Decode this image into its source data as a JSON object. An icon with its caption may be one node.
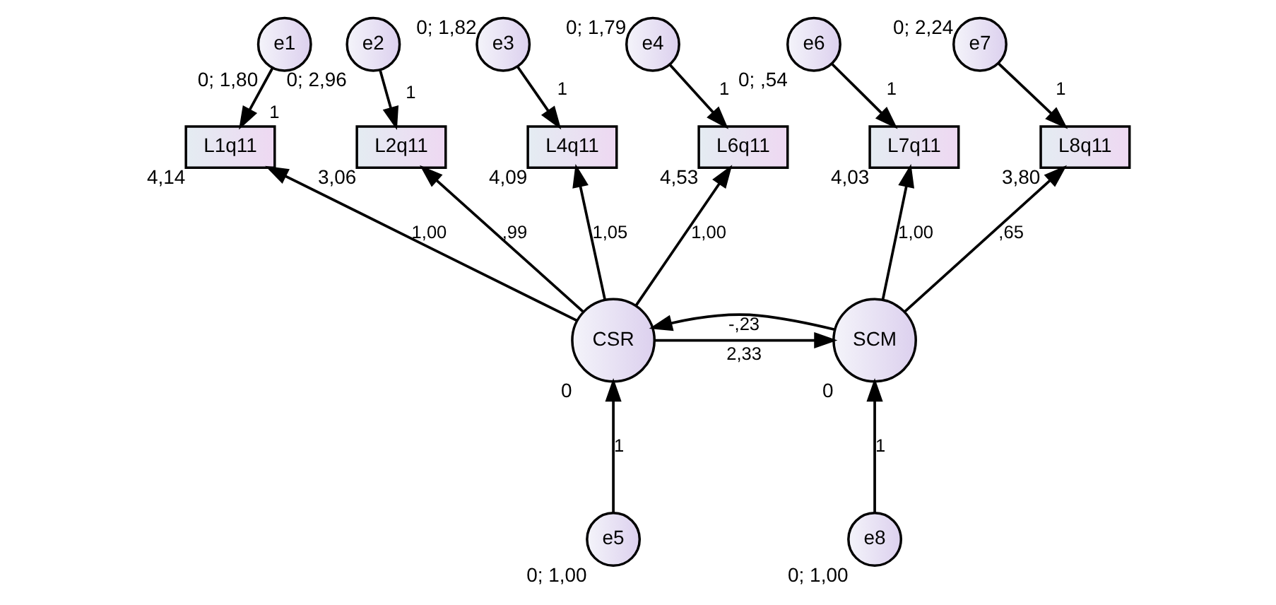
{
  "diagram": {
    "nodes": [
      {
        "text": [
          "e1"
        ],
        "beside": [
          "0; 1,80"
        ]
      },
      {
        "text": [
          "e2"
        ],
        "beside": [
          "0; 2,96"
        ]
      },
      {
        "text": [
          "e3"
        ],
        "beside": [
          "0; 1,82"
        ]
      },
      {
        "text": [
          "e4"
        ],
        "beside": [
          "0; 1,79"
        ]
      },
      {
        "text": [
          "e6"
        ],
        "beside": [
          "0; ,54"
        ]
      },
      {
        "text": [
          "e7"
        ],
        "beside": [
          "0; 2,24"
        ]
      },
      {
        "text": [
          "L1q11"
        ],
        "beside": [
          "4,14"
        ]
      },
      {
        "text": [
          "L2q11"
        ],
        "beside": [
          "3,06"
        ]
      },
      {
        "text": [
          "L4q11"
        ],
        "beside": [
          "4,09"
        ]
      },
      {
        "text": [
          "L6q11"
        ],
        "beside": [
          "4,53"
        ]
      },
      {
        "text": [
          "L7q11"
        ],
        "beside": [
          "4,03"
        ]
      },
      {
        "text": [
          "L8q11"
        ],
        "beside": [
          "3,80"
        ]
      },
      {
        "text": [
          "CSR"
        ],
        "beside": [
          "0"
        ]
      },
      {
        "text": [
          "SCM"
        ],
        "beside": [
          "0"
        ]
      },
      {
        "text": [
          "e5"
        ],
        "beside": [
          "0; 1,00"
        ]
      },
      {
        "text": [
          "e8"
        ],
        "beside": [
          "0; 1,00"
        ]
      }
    ],
    "edges": [
      {
        "from": 0,
        "to": 6,
        "arrow": "to",
        "label": "1"
      },
      {
        "from": 1,
        "to": 7,
        "arrow": "to",
        "label": "1"
      },
      {
        "from": 2,
        "to": 8,
        "arrow": "to",
        "label": "1"
      },
      {
        "from": 3,
        "to": 9,
        "arrow": "to",
        "label": "1"
      },
      {
        "from": 4,
        "to": 10,
        "arrow": "to",
        "label": "1"
      },
      {
        "from": 5,
        "to": 11,
        "arrow": "to",
        "label": "1"
      },
      {
        "from": 12,
        "to": 6,
        "arrow": "to",
        "label": "1,00"
      },
      {
        "from": 12,
        "to": 7,
        "arrow": "to",
        "label": ",99"
      },
      {
        "from": 12,
        "to": 8,
        "arrow": "to",
        "label": "1,05"
      },
      {
        "from": 12,
        "to": 9,
        "arrow": "to",
        "label": "1,00"
      },
      {
        "from": 13,
        "to": 10,
        "arrow": "to",
        "label": "1,00"
      },
      {
        "from": 13,
        "to": 11,
        "arrow": "to",
        "label": ",65"
      },
      {
        "from": 12,
        "to": 13,
        "arrow": "to",
        "label": "2,33"
      },
      {
        "from": 13,
        "to": 12,
        "arrow": "to",
        "label": "-,23"
      },
      {
        "from": 14,
        "to": 12,
        "arrow": "to",
        "label": "1"
      },
      {
        "from": 15,
        "to": 13,
        "arrow": "to",
        "label": "1"
      }
    ]
  }
}
